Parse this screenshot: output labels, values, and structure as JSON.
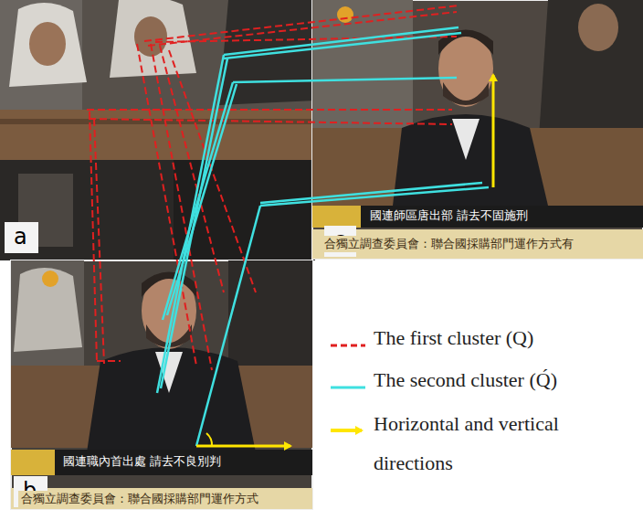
{
  "diagram": {
    "nodes": [
      {
        "text": [
          "a"
        ]
      },
      {
        "text": [
          "c"
        ]
      },
      {
        "text": [
          "b"
        ]
      }
    ],
    "labels": [
      "國連師區唐出部 請去不固施刑",
      "合獨立調查委員會：聯合國採購部門運作方式有",
      "國連職內首出處 請去不良別判",
      "合獨立調查委員會：聯合國採購部門運作方式"
    ],
    "legend": [
      {
        "text": "The first cluster (Q)"
      },
      {
        "text": "The second cluster (Q́)"
      },
      {
        "text": "Horizontal and vertical directions"
      }
    ]
  }
}
